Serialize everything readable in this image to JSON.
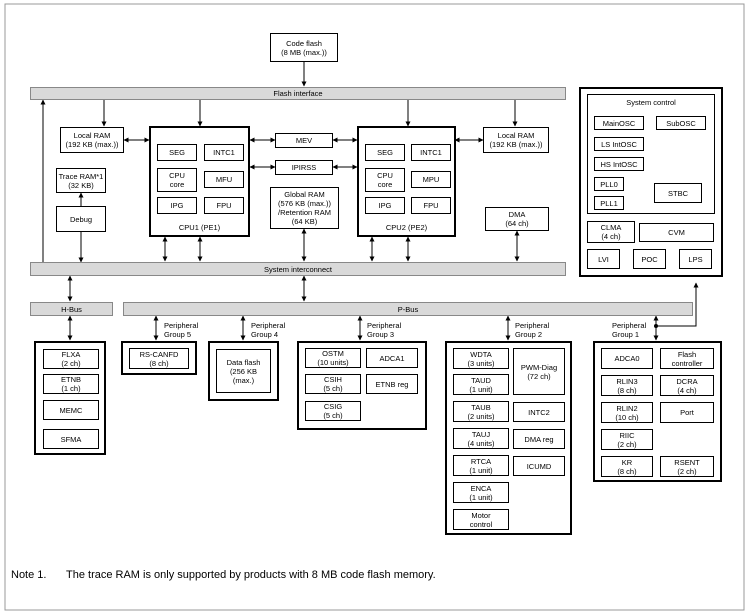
{
  "blocks": {
    "code_flash": "Code flash\n(8 MB (max.))",
    "flash_interface": "Flash interface",
    "local_ram_left": "Local RAM\n(192 KB (max.))",
    "trace_ram": "Trace RAM*1\n(32 KB)",
    "debug": "Debug",
    "cpu1": {
      "caption": "CPU1 (PE1)",
      "seg": "SEG",
      "intc1": "INTC1",
      "cpu_core": "CPU\ncore",
      "mfu": "MFU",
      "ipg": "IPG",
      "fpu": "FPU"
    },
    "mev": "MEV",
    "ipirss": "IPIRSS",
    "global_ram": "Global RAM\n(576 KB (max.))\n/Retention RAM\n(64 KB)",
    "cpu2": {
      "caption": "CPU2 (PE2)",
      "seg": "SEG",
      "intc1": "INTC1",
      "cpu_core": "CPU\ncore",
      "mpu": "MPU",
      "ipg": "IPG",
      "fpu": "FPU"
    },
    "local_ram_right": "Local RAM\n(192 KB (max.))",
    "dma": "DMA\n(64 ch)",
    "system_control": {
      "title": "System control",
      "mainosc": "MainOSC",
      "subosc": "SubOSC",
      "ls_intosc": "LS IntOSC",
      "hs_intosc": "HS IntOSC",
      "pll0": "PLL0",
      "pll1": "PLL1",
      "stbc": "STBC"
    },
    "clma": "CLMA\n(4 ch)",
    "cvm": "CVM",
    "lvi": "LVI",
    "poc": "POC",
    "lps": "LPS",
    "system_interconnect": "System interconnect",
    "h_bus": "H-Bus",
    "p_bus": "P-Bus"
  },
  "hbus_group": {
    "flxa": "FLXA\n(2 ch)",
    "etnb": "ETNB\n(1 ch)",
    "memc": "MEMC",
    "sfma": "SFMA"
  },
  "group5": {
    "label": "Peripheral\nGroup 5",
    "rs_canfd": "RS-CANFD\n(8 ch)"
  },
  "group4": {
    "label": "Peripheral\nGroup 4",
    "data_flash": "Data flash\n(256 KB\n(max.)"
  },
  "group3": {
    "label": "Peripheral\nGroup 3",
    "ostm": "OSTM\n(10 units)",
    "adca1": "ADCA1",
    "csih": "CSIH\n(5 ch)",
    "etnb_reg": "ETNB reg",
    "csig": "CSIG\n(5 ch)"
  },
  "group2": {
    "label": "Peripheral\nGroup 2",
    "wdta": "WDTA\n(3 units)",
    "pwm_diag": "PWM-Diag\n(72 ch)",
    "taud": "TAUD\n(1 unit)",
    "taub": "TAUB\n(2 units)",
    "intc2": "INTC2",
    "tauj": "TAUJ\n(4 units)",
    "dma_reg": "DMA reg",
    "rtca": "RTCA\n(1 unit)",
    "icumd": "ICUMD",
    "enca": "ENCA\n(1 unit)",
    "motor_control": "Motor\ncontrol"
  },
  "group1": {
    "label": "Peripheral\nGroup 1",
    "adca0": "ADCA0",
    "flash_controller": "Flash\ncontroller",
    "rlin3": "RLIN3\n(8 ch)",
    "dcra": "DCRA\n(4 ch)",
    "rlin2": "RLIN2\n(10 ch)",
    "port": "Port",
    "riic": "RIIC\n(2 ch)",
    "kr": "KR\n(8 ch)",
    "rsent": "RSENT\n(2 ch)"
  },
  "note": {
    "label": "Note 1.",
    "text": "The trace RAM is only supported by products with 8 MB code flash memory."
  }
}
